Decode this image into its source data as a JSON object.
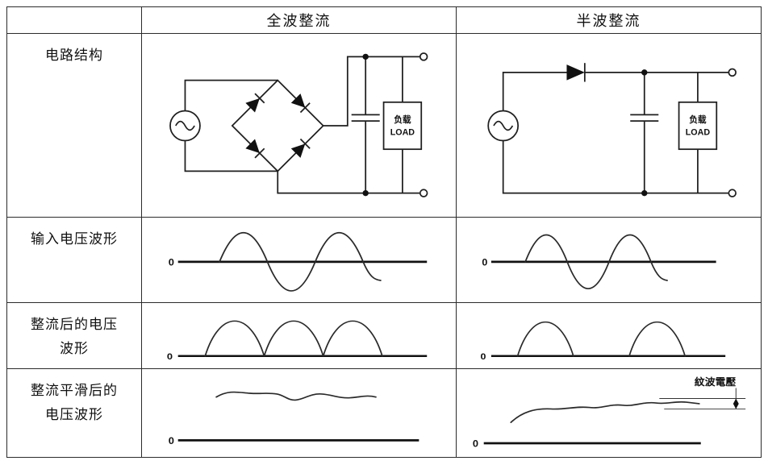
{
  "table": {
    "col_headers": [
      "全波整流",
      "半波整流"
    ],
    "row_labels": {
      "circuit": {
        "lines": [
          "电路结构",
          ""
        ]
      },
      "input": {
        "lines": [
          "输入电压波形",
          ""
        ]
      },
      "rectified": {
        "lines": [
          "整流后的电压",
          "波形"
        ]
      },
      "smoothed": {
        "lines": [
          "整流平滑后的",
          "电压波形"
        ]
      }
    },
    "labels": {
      "zero": "0",
      "load_cn": "负载",
      "load_en": "LOAD",
      "ripple_voltage": "紋波電壓"
    },
    "colors": {
      "line": "#1f1f1f",
      "border": "#2b2b2b",
      "background": "#ffffff"
    }
  }
}
